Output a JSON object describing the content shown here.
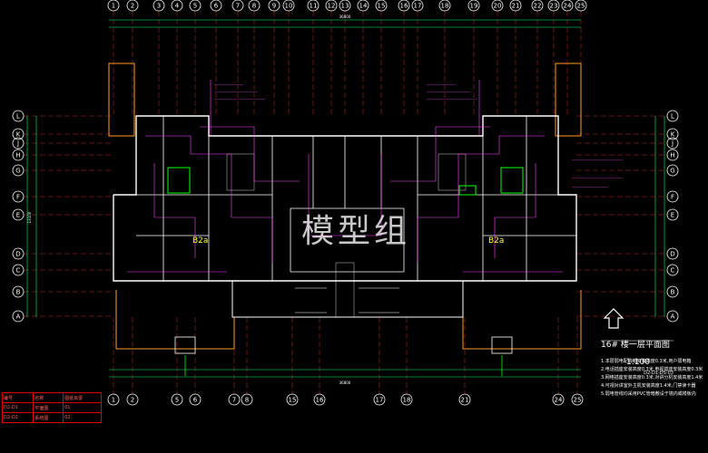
{
  "drawing": {
    "title": "16# 楼一层平面图",
    "scale": "1:100",
    "sheet_no": "D2-D1-DS-03",
    "watermark": "模型组",
    "unit_labels": [
      "B2a",
      "B2a"
    ],
    "top_axes": [
      "1",
      "2",
      "3",
      "4",
      "5",
      "6",
      "7",
      "8",
      "9",
      "10",
      "11",
      "12",
      "13",
      "14",
      "15",
      "16",
      "17",
      "18",
      "19",
      "20",
      "21",
      "22",
      "23",
      "24",
      "25"
    ],
    "bottom_axes": [
      "1",
      "2",
      "5",
      "6",
      "7",
      "8",
      "15",
      "16",
      "17",
      "18",
      "21",
      "24",
      "25"
    ],
    "left_axes": [
      "L",
      "K",
      "J",
      "H",
      "G",
      "F",
      "E",
      "D",
      "C",
      "B",
      "A"
    ],
    "right_axes": [
      "L",
      "K",
      "J",
      "H",
      "G",
      "F",
      "E",
      "D",
      "C",
      "B",
      "A"
    ],
    "overall_dim_top": "36800",
    "overall_dim_bottom": "36800",
    "overall_dim_left": "13100",
    "notes": [
      "1.本层弱电配线箱安装高度0.3米,用户弱电箱",
      "2.电话插座安装高度0.3米,电视插座安装高度0.3米",
      "3.网络插座安装高度0.3米,对讲分机安装高度1.4米",
      "4.可视对讲室外主机安装高度1.4米,门禁读卡器",
      "5.弱电管线均采用PVC管暗敷设于墙内或楼板内"
    ],
    "legend_rows": [
      [
        "编号",
        "名称",
        "图纸目录"
      ],
      [
        "D2-D1",
        "平面图",
        "01"
      ],
      [
        "D2-D2",
        "系统图",
        "02"
      ]
    ]
  },
  "colors": {
    "background": "#000000",
    "wall": "#ffffff",
    "axis_line": "#ff3030",
    "wire": "#ff40ff",
    "dim": "#00ff60",
    "outline": "#ff9a20",
    "green": "#00ff00",
    "cyan": "#40ffff"
  }
}
